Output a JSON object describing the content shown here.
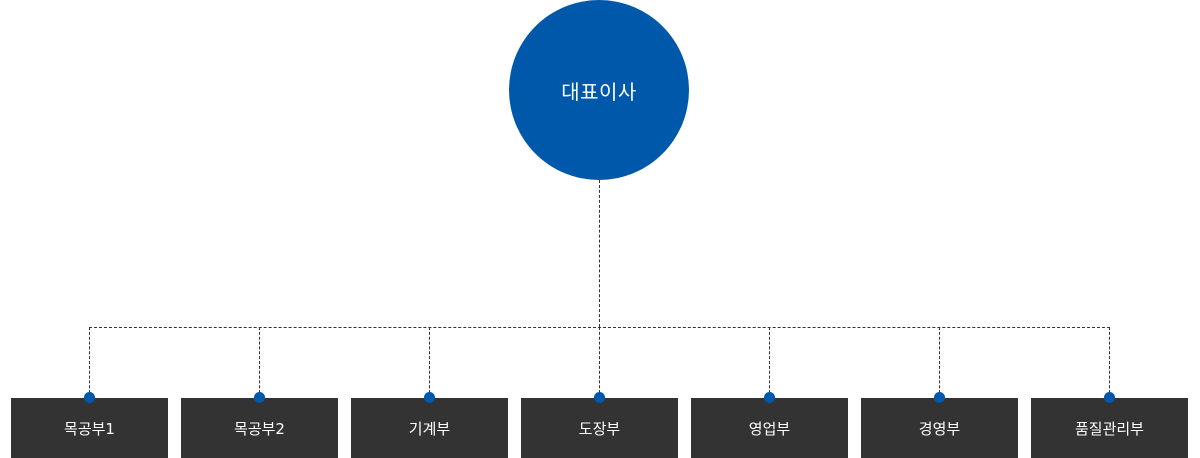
{
  "ceo": {
    "label": "대표이사"
  },
  "departments": [
    {
      "label": "목공부1"
    },
    {
      "label": "목공부2"
    },
    {
      "label": "기계부"
    },
    {
      "label": "도장부"
    },
    {
      "label": "영업부"
    },
    {
      "label": "경영부"
    },
    {
      "label": "품질관리부"
    }
  ],
  "colors": {
    "accent": "#0058ab",
    "box": "#333333"
  }
}
